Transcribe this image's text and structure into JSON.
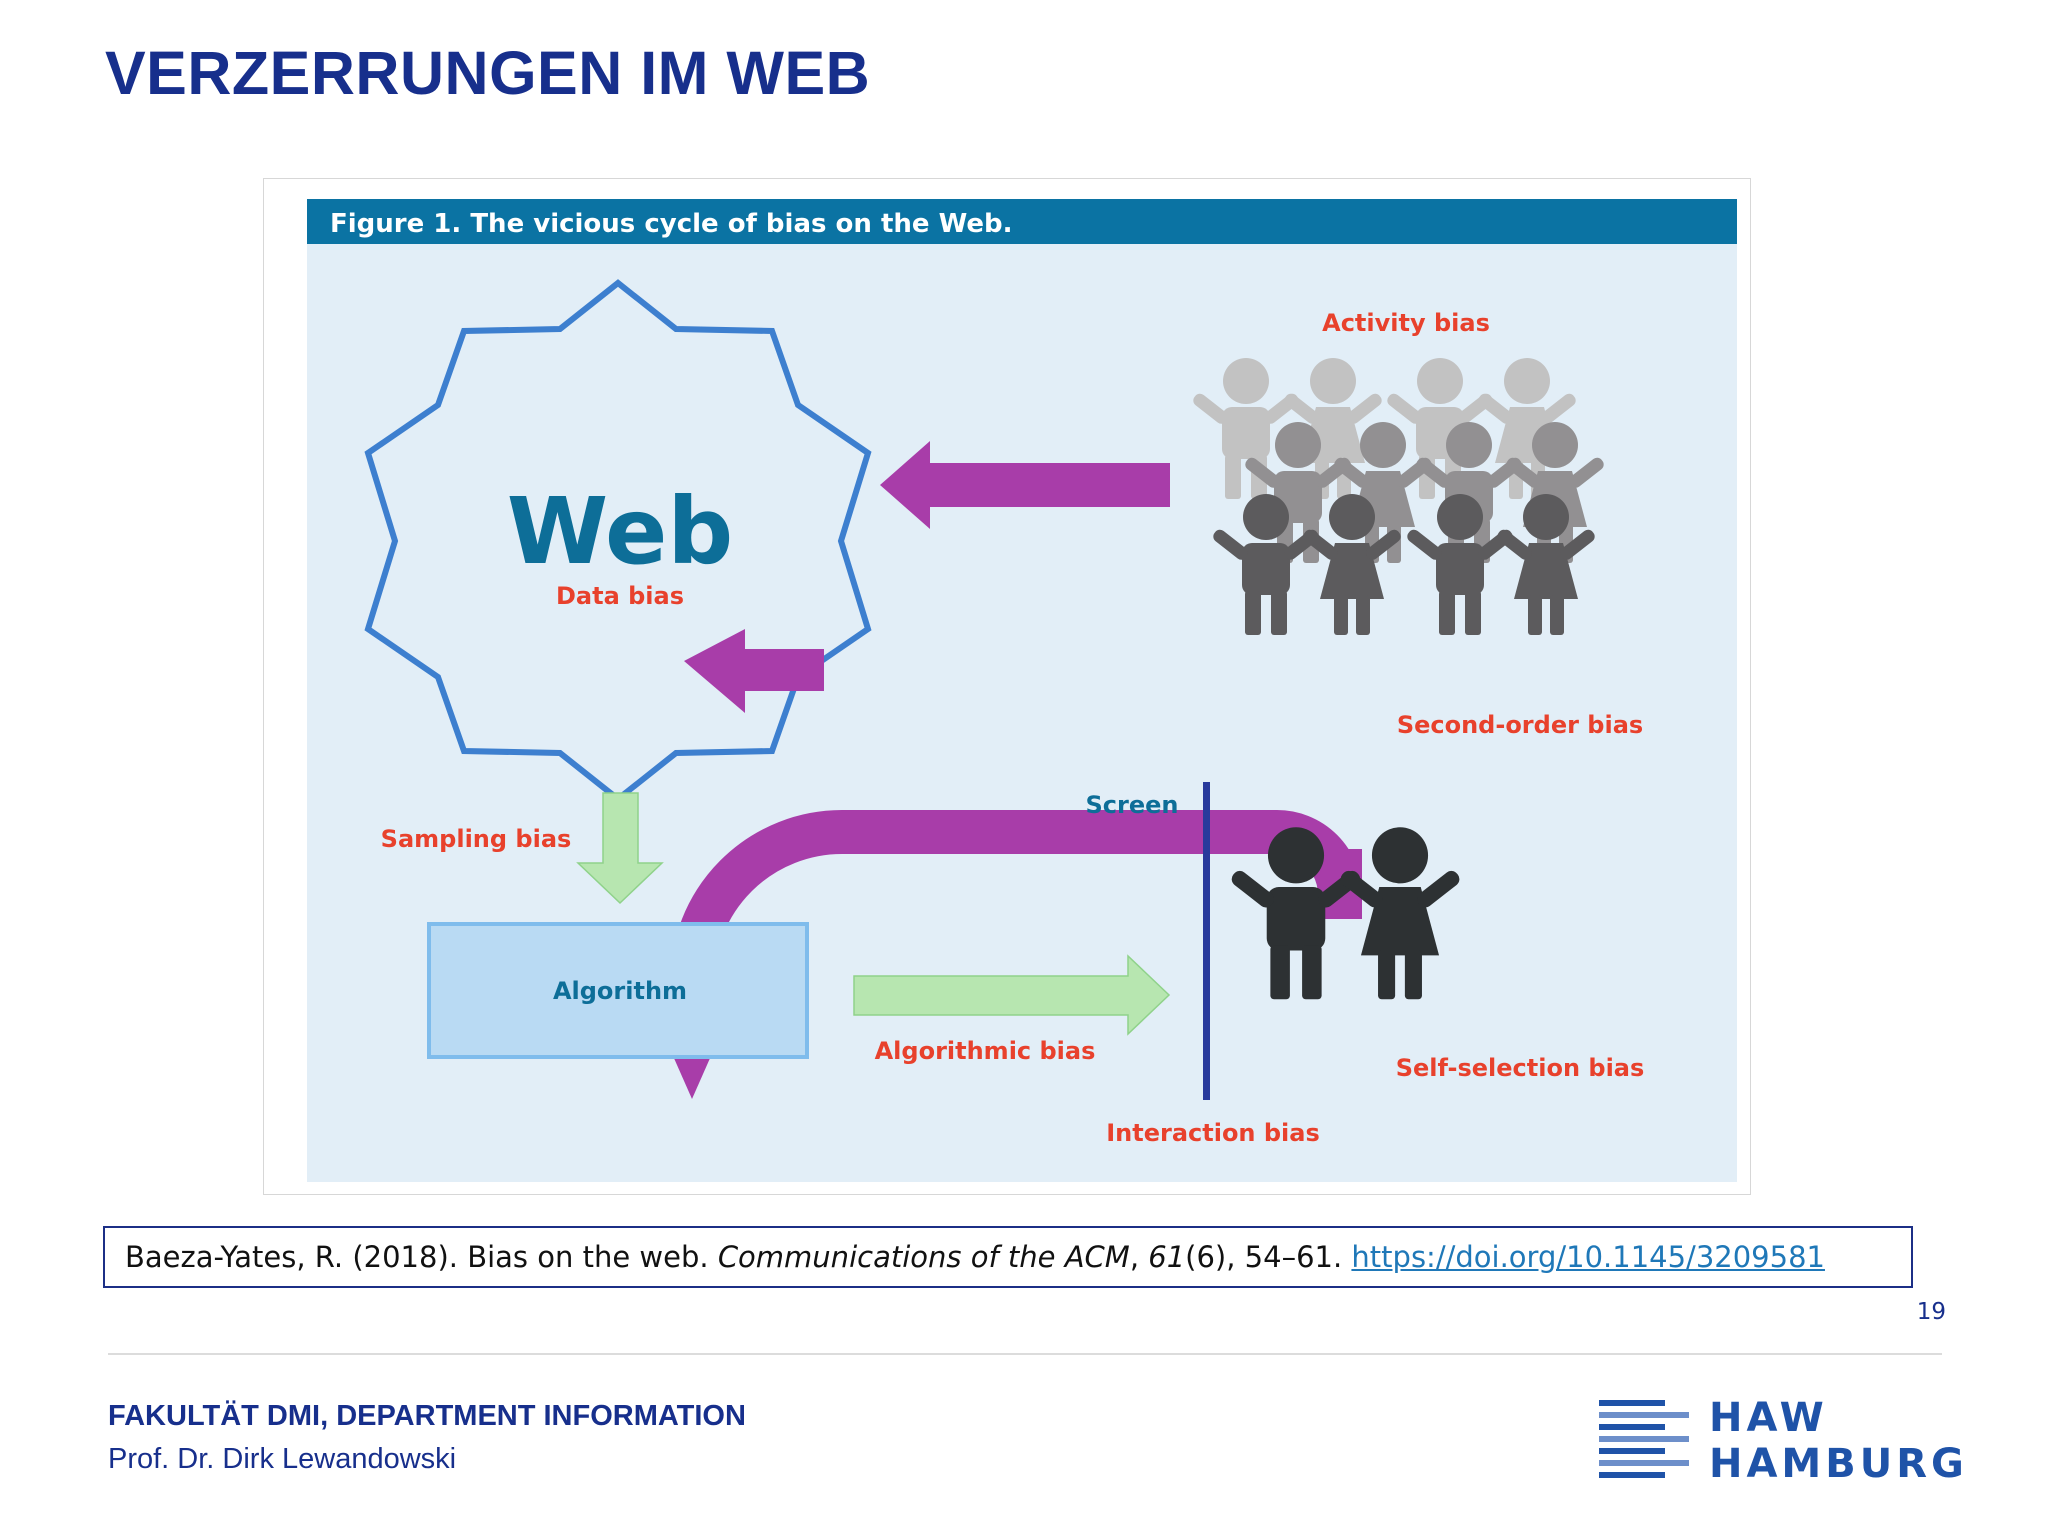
{
  "slide": {
    "title": "VERZERRUNGEN IM WEB",
    "page_number": "19"
  },
  "figure": {
    "caption": "Figure 1. The vicious cycle of bias on the Web.",
    "web_label": "Web",
    "data_bias": "Data bias",
    "activity_bias": "Activity bias",
    "second_order_bias": "Second-order bias",
    "sampling_bias": "Sampling bias",
    "screen": "Screen",
    "algorithm": "Algorithm",
    "algorithmic_bias": "Algorithmic bias",
    "self_selection_bias": "Self-selection bias",
    "interaction_bias": "Interaction bias",
    "colors": {
      "caption_bar": "#0b73a3",
      "panel": "#e2eef7",
      "star_outline": "#3d7fcf",
      "teal_text": "#0d6e98",
      "bias_red": "#e8412c",
      "purple_arrow": "#a83da9",
      "green_arrow": "#b7e6b0",
      "algorithm_box": "#b9daf3",
      "screen_line": "#283a9c"
    }
  },
  "citation": {
    "authors": "Baeza-Yates, R. (2018). Bias on the web. ",
    "journal": "Communications of the ACM",
    "sep1": ", ",
    "volume": "61",
    "issue_pages": "(6), 54–61. ",
    "doi": "https://doi.org/10.1145/3209581"
  },
  "footer": {
    "faculty": "FAKULTÄT DMI, DEPARTMENT INFORMATION",
    "professor": "Prof. Dr. Dirk Lewandowski",
    "logo_line1": "HAW",
    "logo_line2": "HAMBURG"
  }
}
